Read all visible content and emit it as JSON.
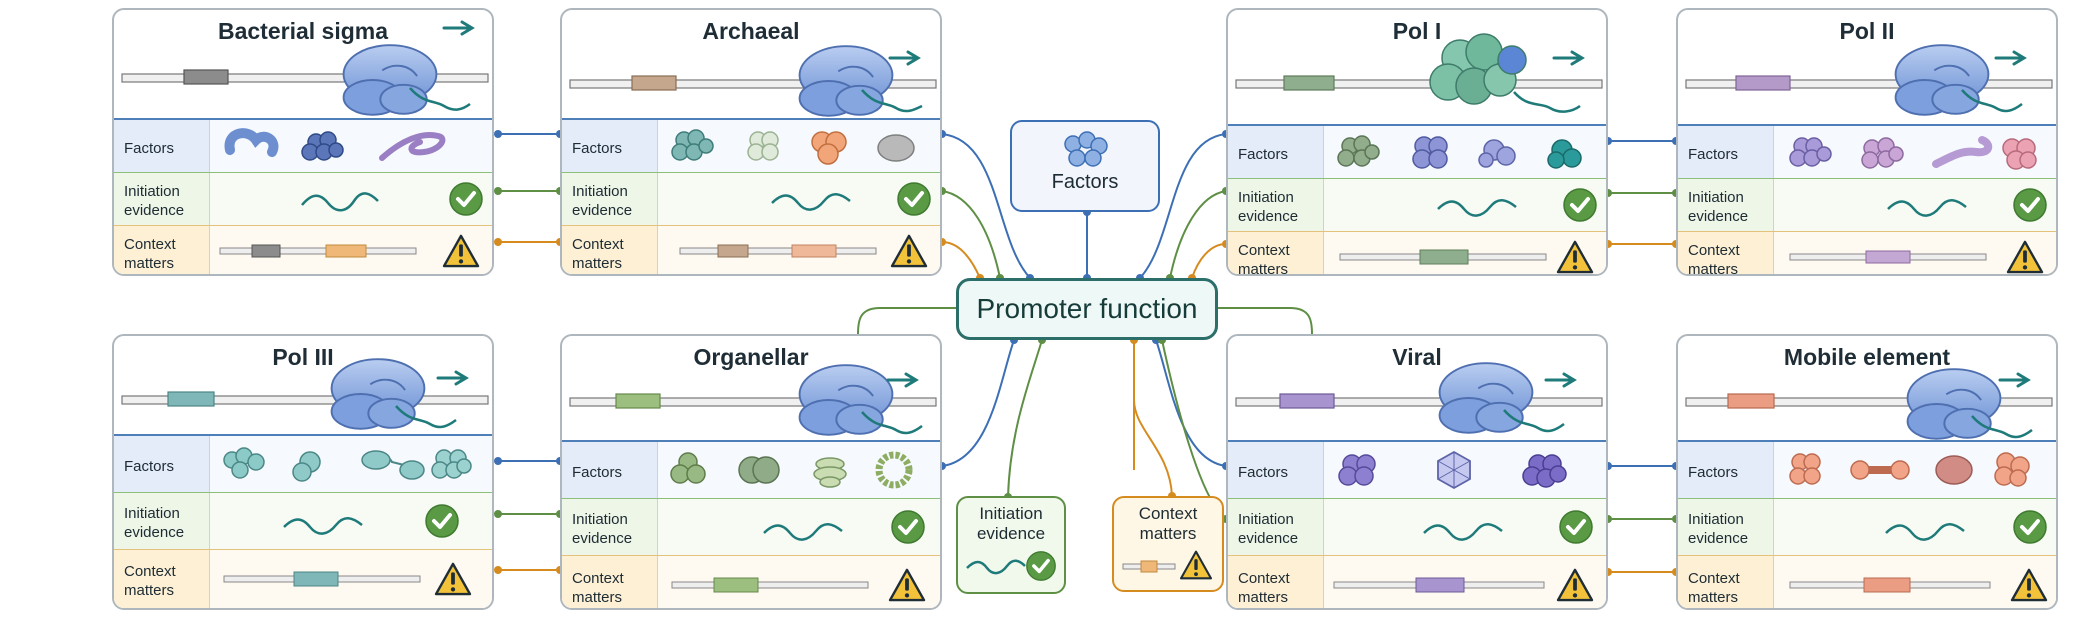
{
  "center": {
    "label": "Promoter function"
  },
  "hubs": {
    "factors": {
      "label": "Factors"
    },
    "initiation": {
      "label": "Initiation evidence"
    },
    "context": {
      "label": "Context matters"
    }
  },
  "row_labels": {
    "factors": "Factors",
    "initiation": "Initiation evidence",
    "context": "Context matters"
  },
  "panels": [
    {
      "id": "bacterial",
      "title": "Bacterial sigma",
      "promoter_color": "#8c8c8c",
      "context_colors": [
        "#8c8c8c",
        "#efb879"
      ]
    },
    {
      "id": "archaeal",
      "title": "Archaeal",
      "promoter_color": "#c4a78c",
      "context_colors": [
        "#c4a78c",
        "#efb899"
      ]
    },
    {
      "id": "pol1",
      "title": "Pol I",
      "promoter_color": "#8fae8d",
      "context_colors": [
        "#8fae8d"
      ]
    },
    {
      "id": "pol2",
      "title": "Pol II",
      "promoter_color": "#b49ac9",
      "context_colors": [
        "#c4a8d4"
      ]
    },
    {
      "id": "pol3",
      "title": "Pol III",
      "promoter_color": "#7fb7b8",
      "context_colors": [
        "#7fb7b8"
      ]
    },
    {
      "id": "organellar",
      "title": "Organellar",
      "promoter_color": "#9cbf7f",
      "context_colors": [
        "#9cbf7f"
      ]
    },
    {
      "id": "viral",
      "title": "Viral",
      "promoter_color": "#a894cf",
      "context_colors": [
        "#a894cf"
      ]
    },
    {
      "id": "mobile",
      "title": "Mobile element",
      "promoter_color": "#eb9d84",
      "context_colors": [
        "#eb9d84"
      ]
    }
  ],
  "colors": {
    "factors_wire": "#3d6fb5",
    "initiation_wire": "#5e8f45",
    "context_wire": "#d68b1f",
    "rna": "#1f7a7a",
    "check": "#5a9a44",
    "warning": "#f2c23a",
    "polymerase": "#8fb0e3"
  }
}
